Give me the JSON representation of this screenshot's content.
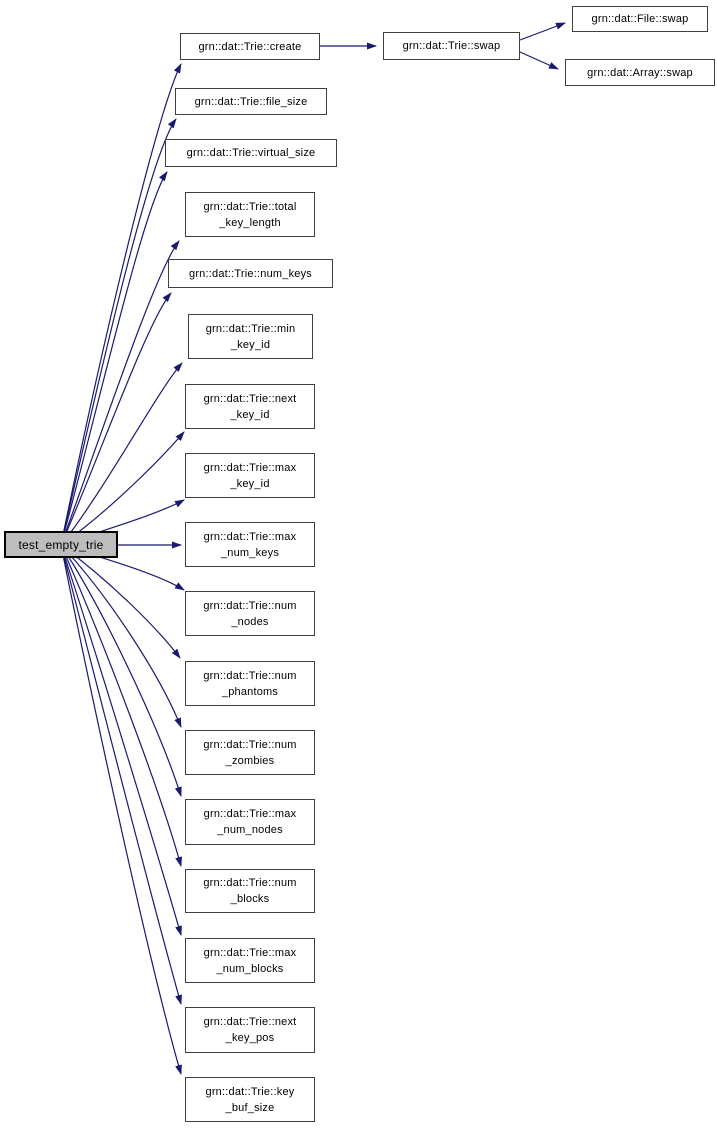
{
  "diagram": {
    "type": "doxygen-call-graph",
    "colors": {
      "background": "#ffffff",
      "edge": "#191970",
      "node_fill": "#ffffff",
      "node_border": "#3f3f3f",
      "root_fill": "#bdbdbd",
      "root_border": "#000000",
      "text": "#000000"
    },
    "root": {
      "label": "test_empty_trie"
    },
    "nodes": {
      "create": {
        "label": "grn::dat::Trie::create"
      },
      "file_size": {
        "label": "grn::dat::Trie::file_size"
      },
      "virtual_size": {
        "label": "grn::dat::Trie::virtual_size"
      },
      "total_key_length": {
        "label": "grn::dat::Trie::total\n_key_length"
      },
      "num_keys": {
        "label": "grn::dat::Trie::num_keys"
      },
      "min_key_id": {
        "label": "grn::dat::Trie::min\n_key_id"
      },
      "next_key_id": {
        "label": "grn::dat::Trie::next\n_key_id"
      },
      "max_key_id": {
        "label": "grn::dat::Trie::max\n_key_id"
      },
      "max_num_keys": {
        "label": "grn::dat::Trie::max\n_num_keys"
      },
      "num_nodes": {
        "label": "grn::dat::Trie::num\n_nodes"
      },
      "num_phantoms": {
        "label": "grn::dat::Trie::num\n_phantoms"
      },
      "num_zombies": {
        "label": "grn::dat::Trie::num\n_zombies"
      },
      "max_num_nodes": {
        "label": "grn::dat::Trie::max\n_num_nodes"
      },
      "num_blocks": {
        "label": "grn::dat::Trie::num\n_blocks"
      },
      "max_num_blocks": {
        "label": "grn::dat::Trie::max\n_num_blocks"
      },
      "next_key_pos": {
        "label": "grn::dat::Trie::next\n_key_pos"
      },
      "key_buf_size": {
        "label": "grn::dat::Trie::key\n_buf_size"
      },
      "trie_swap": {
        "label": "grn::dat::Trie::swap"
      },
      "file_swap": {
        "label": "grn::dat::File::swap"
      },
      "array_swap": {
        "label": "grn::dat::Array::swap"
      }
    },
    "edges": [
      {
        "from": "test_empty_trie",
        "to": "create"
      },
      {
        "from": "test_empty_trie",
        "to": "file_size"
      },
      {
        "from": "test_empty_trie",
        "to": "virtual_size"
      },
      {
        "from": "test_empty_trie",
        "to": "total_key_length"
      },
      {
        "from": "test_empty_trie",
        "to": "num_keys"
      },
      {
        "from": "test_empty_trie",
        "to": "min_key_id"
      },
      {
        "from": "test_empty_trie",
        "to": "next_key_id"
      },
      {
        "from": "test_empty_trie",
        "to": "max_key_id"
      },
      {
        "from": "test_empty_trie",
        "to": "max_num_keys"
      },
      {
        "from": "test_empty_trie",
        "to": "num_nodes"
      },
      {
        "from": "test_empty_trie",
        "to": "num_phantoms"
      },
      {
        "from": "test_empty_trie",
        "to": "num_zombies"
      },
      {
        "from": "test_empty_trie",
        "to": "max_num_nodes"
      },
      {
        "from": "test_empty_trie",
        "to": "num_blocks"
      },
      {
        "from": "test_empty_trie",
        "to": "max_num_blocks"
      },
      {
        "from": "test_empty_trie",
        "to": "next_key_pos"
      },
      {
        "from": "test_empty_trie",
        "to": "key_buf_size"
      },
      {
        "from": "create",
        "to": "trie_swap"
      },
      {
        "from": "trie_swap",
        "to": "file_swap"
      },
      {
        "from": "trie_swap",
        "to": "array_swap"
      }
    ]
  }
}
